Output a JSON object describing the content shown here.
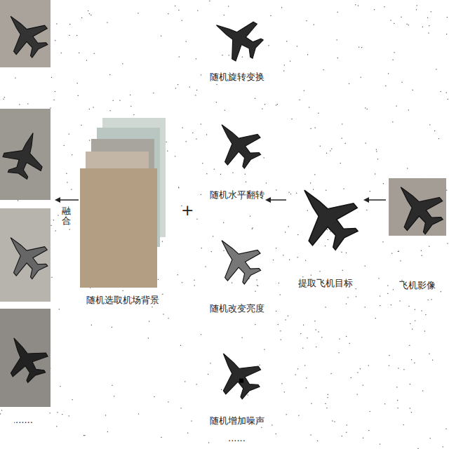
{
  "diagram": {
    "nodes": [
      {
        "text": [
          "飞机影像"
        ]
      },
      {
        "text": [
          "提取飞机目标"
        ]
      },
      {
        "text": [
          "随机旋转变换"
        ]
      },
      {
        "text": [
          "随机水平翻转"
        ]
      },
      {
        "text": [
          "随机改变亮度"
        ]
      },
      {
        "text": [
          "随机增加噪声"
        ]
      },
      {
        "text": [
          "随机选取机场背景"
        ]
      }
    ],
    "edges": [
      {
        "from": 0,
        "to": 1,
        "arrow": "to"
      },
      {
        "from": 1,
        "to": 3,
        "arrow": "to"
      }
    ],
    "labels": [
      "+",
      "......",
      "融合",
      "......"
    ]
  }
}
